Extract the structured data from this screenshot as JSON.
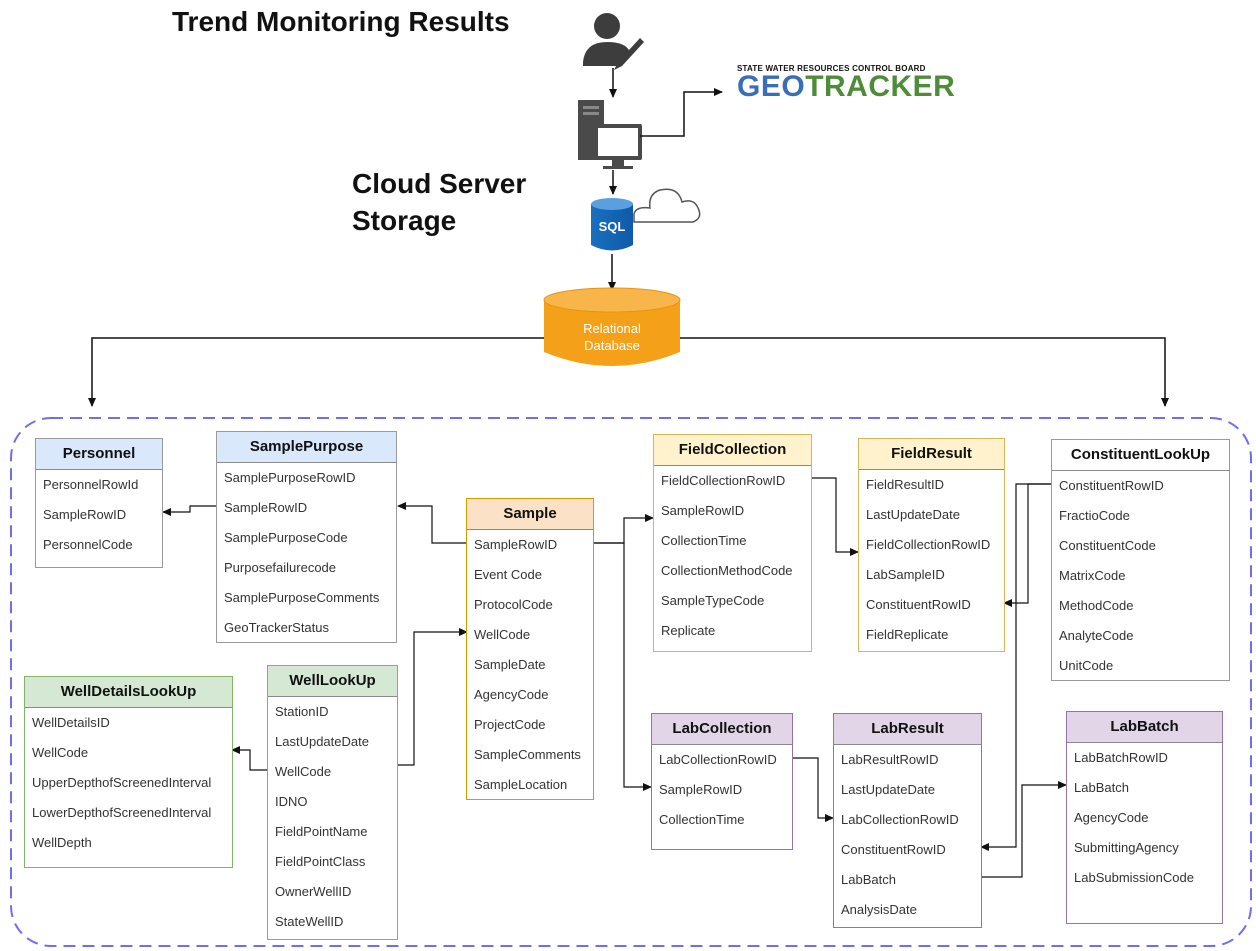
{
  "header": {
    "title": "Trend Monitoring Results",
    "cloud_title_line1": "Cloud Server",
    "cloud_title_line2": "Storage"
  },
  "geotracker": {
    "agency": "STATE WATER RESOURCES CONTROL BOARD",
    "name_part1": "GEO",
    "name_part2": "TRACKER"
  },
  "icons": {
    "user": "user-with-pen-icon",
    "computer": "computer-tower-monitor-icon",
    "sql": "sql-database-icon",
    "cloud": "cloud-icon"
  },
  "sql_label": "SQL",
  "database": {
    "line1": "Relational",
    "line2": "Database"
  },
  "colors": {
    "blue": "#dae8fc",
    "blue_border": "#6c8ebf",
    "green": "#d5e8d4",
    "green_border": "#82b366",
    "orange": "#fbe2c6",
    "orange_border": "#d79b00",
    "yellow": "#fff2cc",
    "yellow_border": "#d6b656",
    "purple": "#e1d5e7",
    "purple_border": "#9673a6",
    "db_orange": "#f5a019",
    "dashed_border": "#6e6ef0"
  },
  "tables": {
    "personnel": {
      "name": "Personnel",
      "fields": [
        "PersonnelRowId",
        "SampleRowID",
        "PersonnelCode"
      ]
    },
    "samplepurpose": {
      "name": "SamplePurpose",
      "fields": [
        "SamplePurposeRowID",
        "SampleRowID",
        "SamplePurposeCode",
        "Purposefailurecode",
        "SamplePurposeComments",
        "GeoTrackerStatus"
      ]
    },
    "sample": {
      "name": "Sample",
      "fields": [
        "SampleRowID",
        "Event Code",
        "ProtocolCode",
        "WellCode",
        "SampleDate",
        "AgencyCode",
        "ProjectCode",
        "SampleComments",
        "SampleLocation"
      ]
    },
    "fieldcollection": {
      "name": "FieldCollection",
      "fields": [
        "FieldCollectionRowID",
        "SampleRowID",
        "CollectionTime",
        "CollectionMethodCode",
        "SampleTypeCode",
        "Replicate"
      ]
    },
    "fieldresult": {
      "name": "FieldResult",
      "fields": [
        "FieldResultID",
        "LastUpdateDate",
        "FieldCollectionRowID",
        "LabSampleID",
        "ConstituentRowID",
        "FieldReplicate"
      ]
    },
    "constituentlookup": {
      "name": "ConstituentLookUp",
      "fields": [
        "ConstituentRowID",
        "FractioCode",
        "ConstituentCode",
        "MatrixCode",
        "MethodCode",
        "AnalyteCode",
        "UnitCode"
      ]
    },
    "welldetailslookup": {
      "name": "WellDetailsLookUp",
      "fields": [
        "WellDetailsID",
        "WellCode",
        "UpperDepthofScreenedInterval",
        "LowerDepthofScreenedInterval",
        "WellDepth"
      ]
    },
    "welllookup": {
      "name": "WellLookUp",
      "fields": [
        "StationID",
        "LastUpdateDate",
        "WellCode",
        "IDNO",
        "FieldPointName",
        "FieldPointClass",
        "OwnerWellID",
        "StateWellID"
      ]
    },
    "labcollection": {
      "name": "LabCollection",
      "fields": [
        "LabCollectionRowID",
        "SampleRowID",
        "CollectionTime"
      ]
    },
    "labresult": {
      "name": "LabResult",
      "fields": [
        "LabResultRowID",
        "LastUpdateDate",
        "LabCollectionRowID",
        "ConstituentRowID",
        "LabBatch",
        "AnalysisDate"
      ]
    },
    "labbatch": {
      "name": "LabBatch",
      "fields": [
        "LabBatchRowID",
        "LabBatch",
        "AgencyCode",
        "SubmittingAgency",
        "LabSubmissionCode"
      ]
    }
  }
}
